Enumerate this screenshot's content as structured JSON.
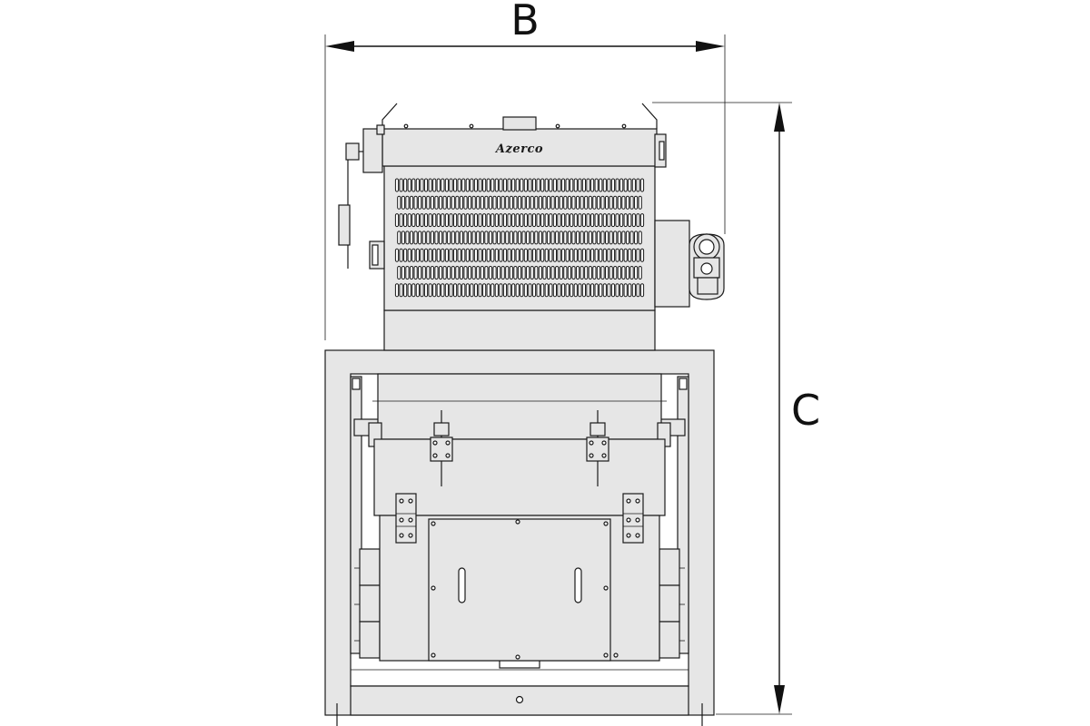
{
  "dimensions": {
    "width_label": "B",
    "height_label": "C"
  },
  "machine": {
    "brand": "Azerco"
  },
  "colors": {
    "body_fill": "#e6e6e6",
    "outline": "#1a1a1a",
    "background": "#ffffff"
  }
}
